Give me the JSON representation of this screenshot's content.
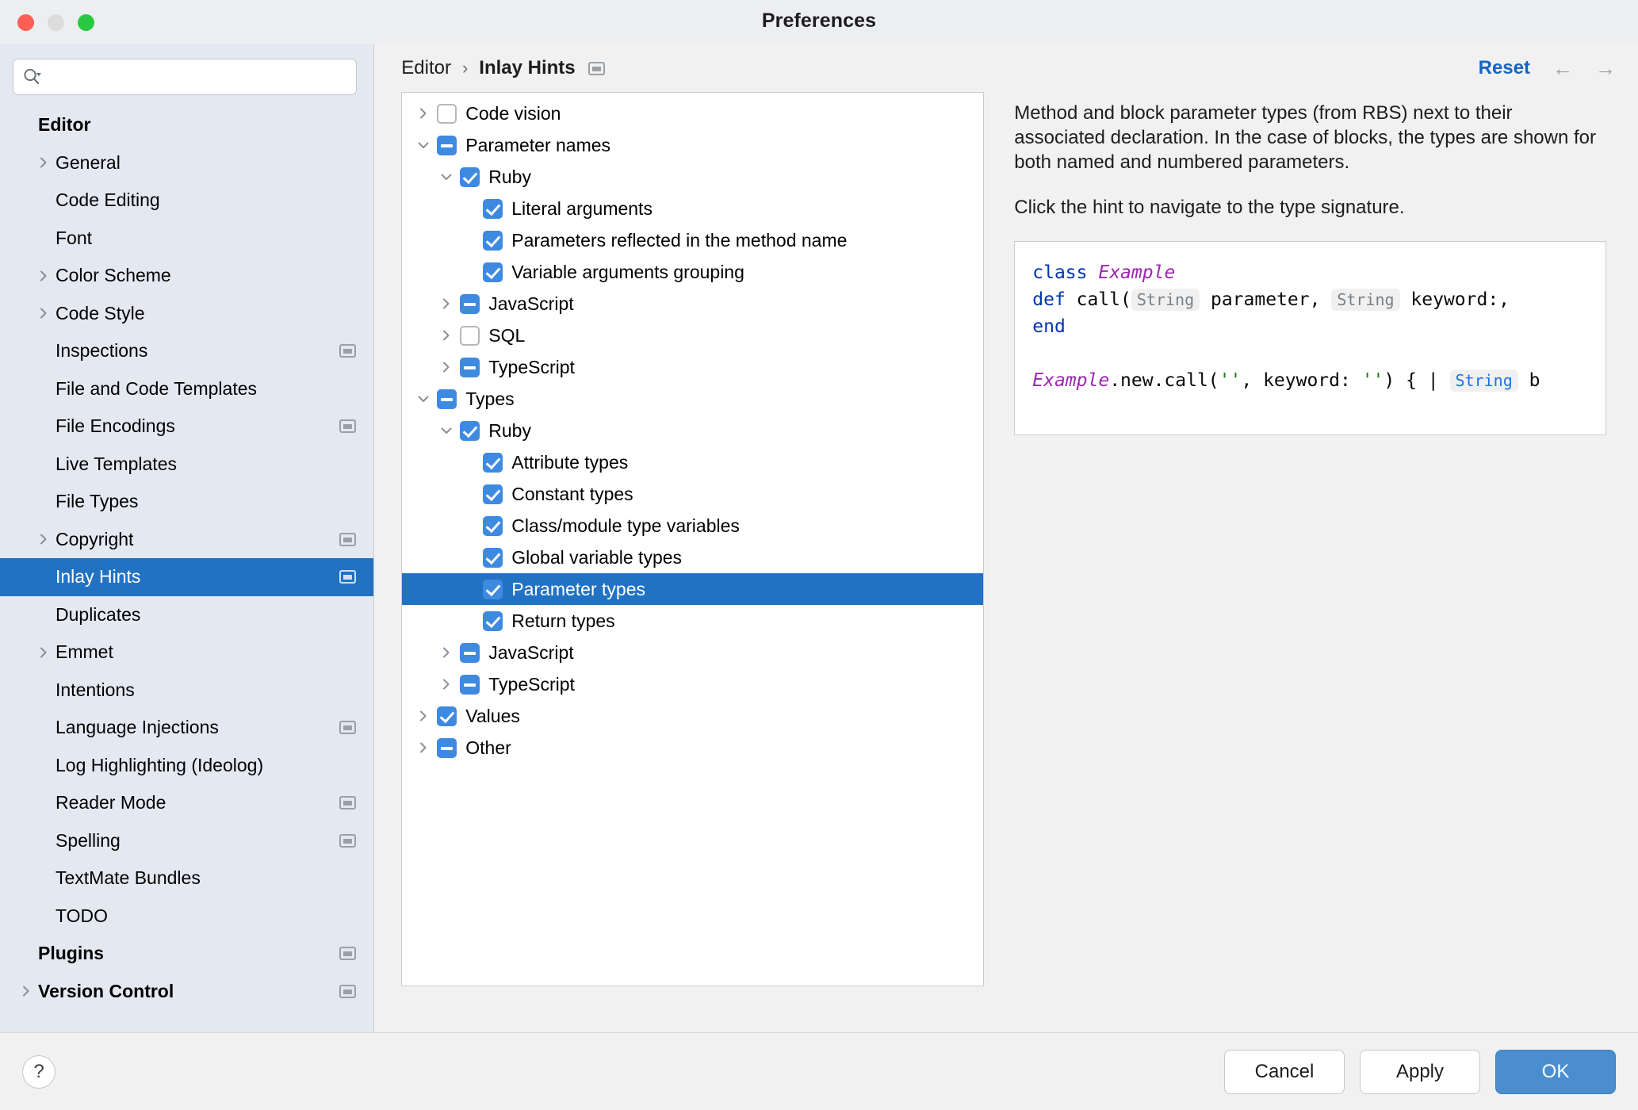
{
  "window": {
    "title": "Preferences",
    "traffic": [
      "close",
      "minimize",
      "zoom"
    ]
  },
  "search": {
    "placeholder": "",
    "value": ""
  },
  "sidebar": {
    "items": [
      {
        "label": "Editor",
        "level": 0,
        "bold": true,
        "chevron": "none",
        "badge": false,
        "selected": false
      },
      {
        "label": "General",
        "level": 1,
        "bold": false,
        "chevron": "right",
        "badge": false,
        "selected": false
      },
      {
        "label": "Code Editing",
        "level": 1,
        "bold": false,
        "chevron": "none",
        "badge": false,
        "selected": false
      },
      {
        "label": "Font",
        "level": 1,
        "bold": false,
        "chevron": "none",
        "badge": false,
        "selected": false
      },
      {
        "label": "Color Scheme",
        "level": 1,
        "bold": false,
        "chevron": "right",
        "badge": false,
        "selected": false
      },
      {
        "label": "Code Style",
        "level": 1,
        "bold": false,
        "chevron": "right",
        "badge": false,
        "selected": false
      },
      {
        "label": "Inspections",
        "level": 1,
        "bold": false,
        "chevron": "none",
        "badge": true,
        "selected": false
      },
      {
        "label": "File and Code Templates",
        "level": 1,
        "bold": false,
        "chevron": "none",
        "badge": false,
        "selected": false
      },
      {
        "label": "File Encodings",
        "level": 1,
        "bold": false,
        "chevron": "none",
        "badge": true,
        "selected": false
      },
      {
        "label": "Live Templates",
        "level": 1,
        "bold": false,
        "chevron": "none",
        "badge": false,
        "selected": false
      },
      {
        "label": "File Types",
        "level": 1,
        "bold": false,
        "chevron": "none",
        "badge": false,
        "selected": false
      },
      {
        "label": "Copyright",
        "level": 1,
        "bold": false,
        "chevron": "right",
        "badge": true,
        "selected": false
      },
      {
        "label": "Inlay Hints",
        "level": 1,
        "bold": false,
        "chevron": "none",
        "badge": true,
        "selected": true
      },
      {
        "label": "Duplicates",
        "level": 1,
        "bold": false,
        "chevron": "none",
        "badge": false,
        "selected": false
      },
      {
        "label": "Emmet",
        "level": 1,
        "bold": false,
        "chevron": "right",
        "badge": false,
        "selected": false
      },
      {
        "label": "Intentions",
        "level": 1,
        "bold": false,
        "chevron": "none",
        "badge": false,
        "selected": false
      },
      {
        "label": "Language Injections",
        "level": 1,
        "bold": false,
        "chevron": "none",
        "badge": true,
        "selected": false
      },
      {
        "label": "Log Highlighting (Ideolog)",
        "level": 1,
        "bold": false,
        "chevron": "none",
        "badge": false,
        "selected": false
      },
      {
        "label": "Reader Mode",
        "level": 1,
        "bold": false,
        "chevron": "none",
        "badge": true,
        "selected": false
      },
      {
        "label": "Spelling",
        "level": 1,
        "bold": false,
        "chevron": "none",
        "badge": true,
        "selected": false
      },
      {
        "label": "TextMate Bundles",
        "level": 1,
        "bold": false,
        "chevron": "none",
        "badge": false,
        "selected": false
      },
      {
        "label": "TODO",
        "level": 1,
        "bold": false,
        "chevron": "none",
        "badge": false,
        "selected": false
      },
      {
        "label": "Plugins",
        "level": 0,
        "bold": true,
        "chevron": "none",
        "badge": true,
        "selected": false
      },
      {
        "label": "Version Control",
        "level": 0,
        "bold": true,
        "chevron": "right",
        "badge": true,
        "selected": false
      }
    ]
  },
  "breadcrumb": {
    "parent": "Editor",
    "separator": "›",
    "current": "Inlay Hints",
    "reset_label": "Reset",
    "back_arrow": "←",
    "forward_arrow": "→"
  },
  "tree": {
    "rows": [
      {
        "label": "Code vision",
        "indent": 0,
        "chevron": "right",
        "check": "off",
        "selected": false
      },
      {
        "label": "Parameter names",
        "indent": 0,
        "chevron": "down",
        "check": "mixed",
        "selected": false
      },
      {
        "label": "Ruby",
        "indent": 1,
        "chevron": "down",
        "check": "on",
        "selected": false
      },
      {
        "label": "Literal arguments",
        "indent": 2,
        "chevron": "none",
        "check": "on",
        "selected": false
      },
      {
        "label": "Parameters reflected in the method name",
        "indent": 2,
        "chevron": "none",
        "check": "on",
        "selected": false
      },
      {
        "label": "Variable arguments grouping",
        "indent": 2,
        "chevron": "none",
        "check": "on",
        "selected": false
      },
      {
        "label": "JavaScript",
        "indent": 1,
        "chevron": "right",
        "check": "mixed",
        "selected": false
      },
      {
        "label": "SQL",
        "indent": 1,
        "chevron": "right",
        "check": "off",
        "selected": false
      },
      {
        "label": "TypeScript",
        "indent": 1,
        "chevron": "right",
        "check": "mixed",
        "selected": false
      },
      {
        "label": "Types",
        "indent": 0,
        "chevron": "down",
        "check": "mixed",
        "selected": false
      },
      {
        "label": "Ruby",
        "indent": 1,
        "chevron": "down",
        "check": "on",
        "selected": false
      },
      {
        "label": "Attribute types",
        "indent": 2,
        "chevron": "none",
        "check": "on",
        "selected": false
      },
      {
        "label": "Constant types",
        "indent": 2,
        "chevron": "none",
        "check": "on",
        "selected": false
      },
      {
        "label": "Class/module type variables",
        "indent": 2,
        "chevron": "none",
        "check": "on",
        "selected": false
      },
      {
        "label": "Global variable types",
        "indent": 2,
        "chevron": "none",
        "check": "on",
        "selected": false
      },
      {
        "label": "Parameter types",
        "indent": 2,
        "chevron": "none",
        "check": "on",
        "selected": true
      },
      {
        "label": "Return types",
        "indent": 2,
        "chevron": "none",
        "check": "on",
        "selected": false
      },
      {
        "label": "JavaScript",
        "indent": 1,
        "chevron": "right",
        "check": "mixed",
        "selected": false
      },
      {
        "label": "TypeScript",
        "indent": 1,
        "chevron": "right",
        "check": "mixed",
        "selected": false
      },
      {
        "label": "Values",
        "indent": 0,
        "chevron": "right",
        "check": "on",
        "selected": false
      },
      {
        "label": "Other",
        "indent": 0,
        "chevron": "right",
        "check": "mixed",
        "selected": false
      }
    ]
  },
  "doc": {
    "paragraph1": "Method and block parameter types (from RBS) next to their associated declaration. In the case of blocks, the types are shown for both named and numbered parameters.",
    "paragraph2": "Click the hint to navigate to the type signature.",
    "code": {
      "line1_kw": "class",
      "line1_cls": "Example",
      "line2_kw": "def",
      "line2_name": " call(",
      "line2_hint1": "String",
      "line2_p1": " parameter, ",
      "line2_hint2": "String",
      "line2_p2": " keyword:,",
      "line3_kw": "end",
      "line5_cls": "Example",
      "line5_a": ".new.call(",
      "line5_s1": "''",
      "line5_b": ", keyword: ",
      "line5_s2": "''",
      "line5_c": ") { | ",
      "line5_hint": "String",
      "line5_d": " b"
    }
  },
  "footer": {
    "help_label": "?",
    "cancel_label": "Cancel",
    "apply_label": "Apply",
    "ok_label": "OK"
  },
  "colors": {
    "accent_selection": "#2272c4",
    "checkbox_blue": "#3d8ae0",
    "link_blue": "#1565c0",
    "primary_button": "#4a8ed0",
    "sidebar_bg": "#e4e9f1"
  }
}
